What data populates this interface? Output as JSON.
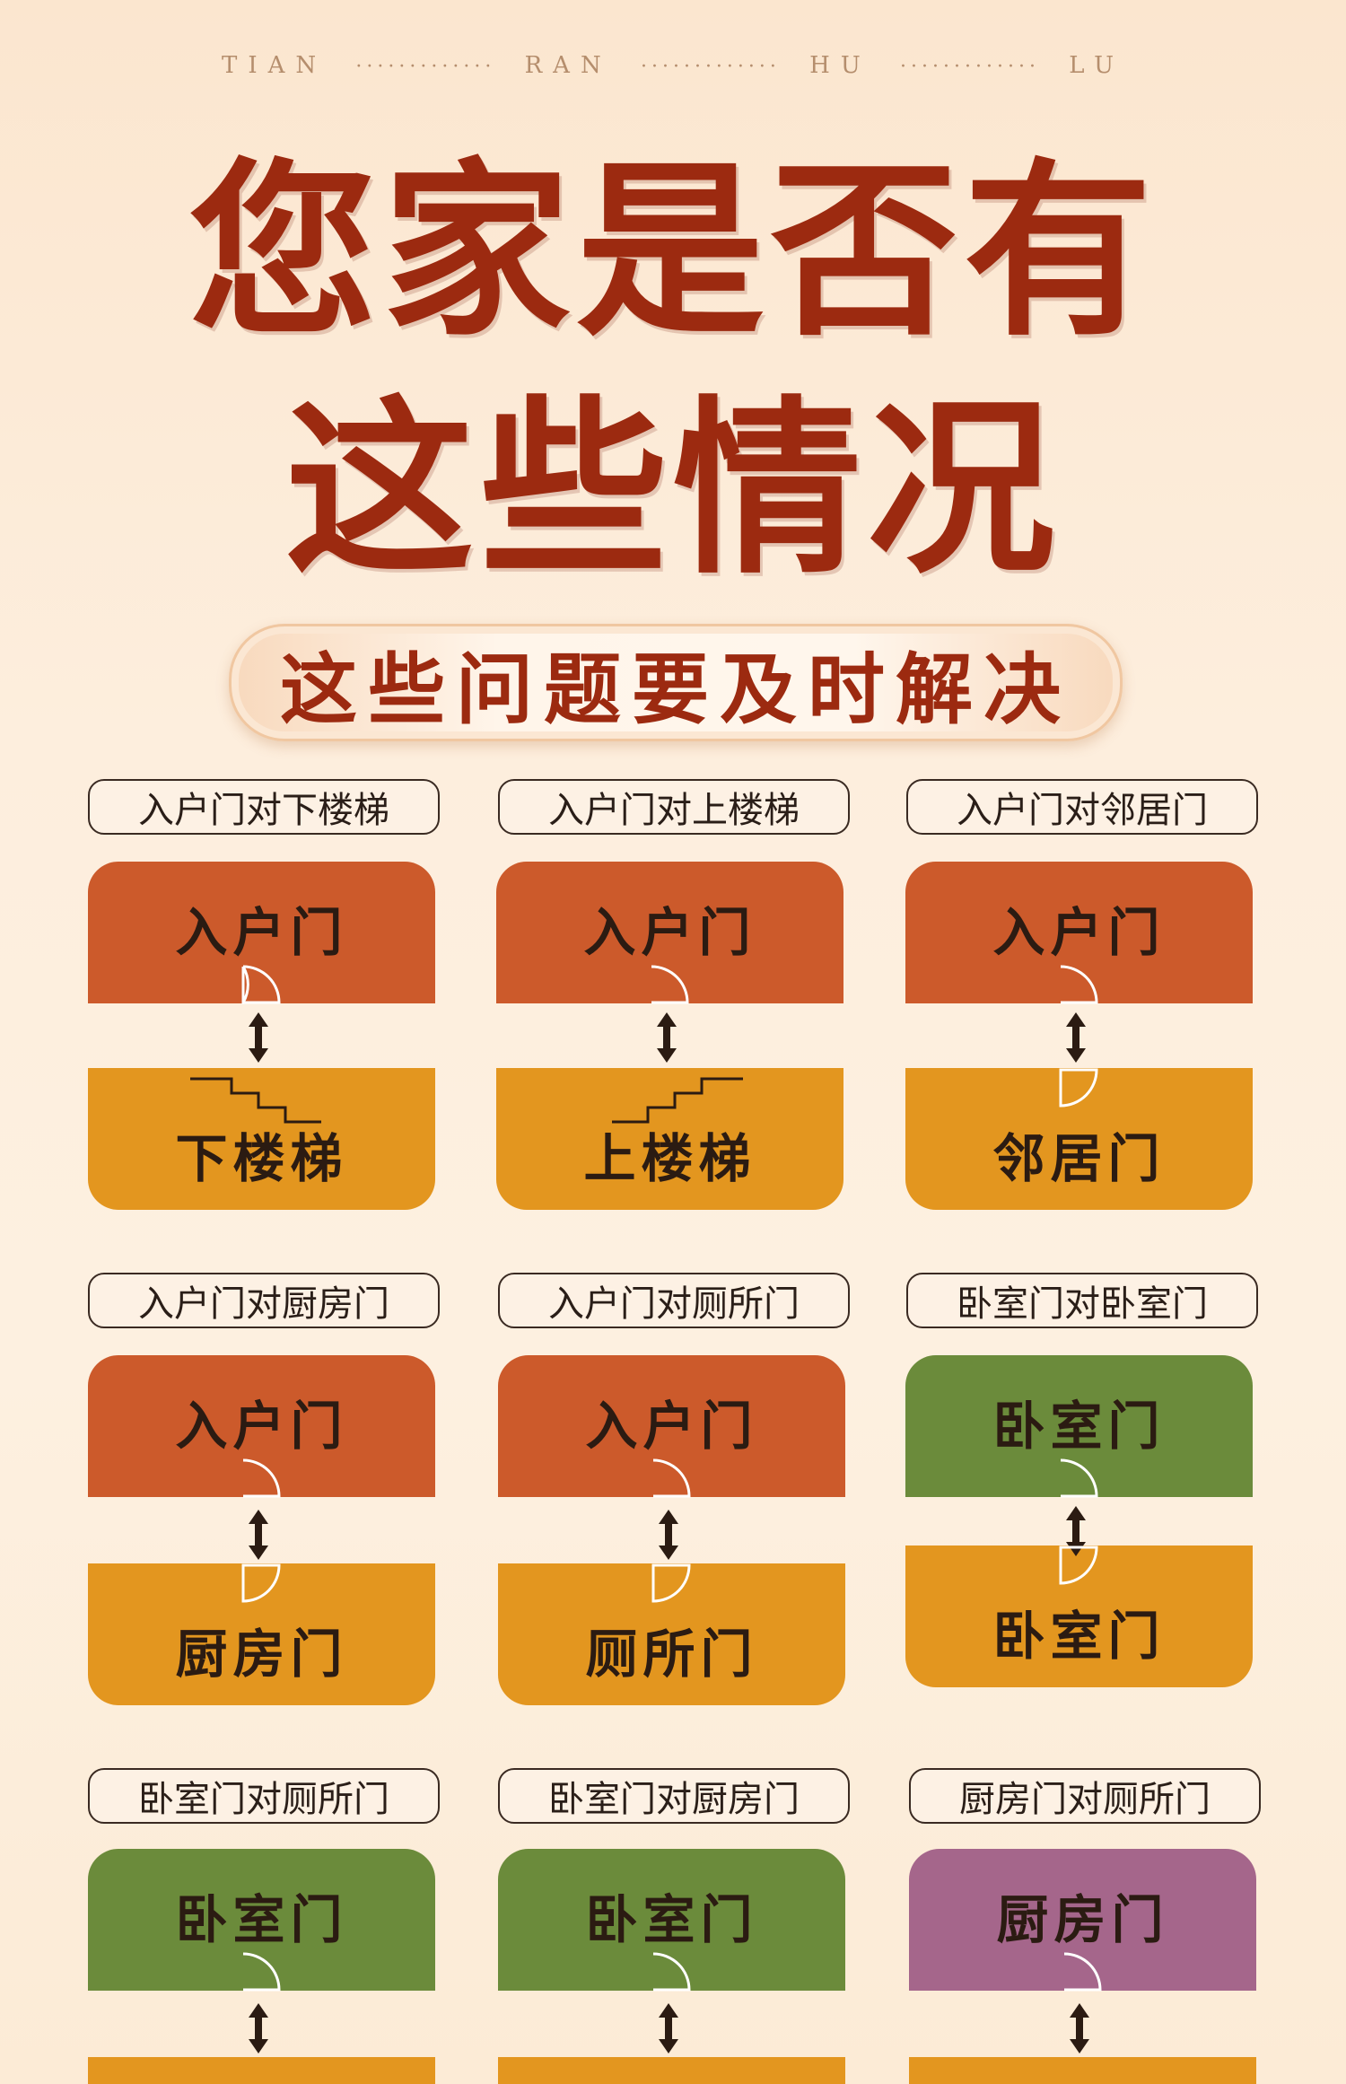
{
  "header": {
    "letters": [
      "TIAN",
      "RAN",
      "HU",
      "LU"
    ],
    "dots": "·············"
  },
  "headline": {
    "line1": "您家是否有",
    "line2": "这些情况"
  },
  "banner": {
    "text": "这些问题要及时解决"
  },
  "colors": {
    "title": "#9c2a10",
    "red": "#cc5a2b",
    "orange": "#e3961f",
    "green": "#6b8b3b",
    "purple": "#a5668b"
  },
  "cards": [
    {
      "label": "入户门对下楼梯",
      "top": "入户门",
      "bottom": "下楼梯",
      "top_color": "red",
      "bottom_icon": "stairs-down-icon"
    },
    {
      "label": "入户门对上楼梯",
      "top": "入户门",
      "bottom": "上楼梯",
      "top_color": "red",
      "bottom_icon": "stairs-up-icon"
    },
    {
      "label": "入户门对邻居门",
      "top": "入户门",
      "bottom": "邻居门",
      "top_color": "red",
      "bottom_icon": "door-icon"
    },
    {
      "label": "入户门对厨房门",
      "top": "入户门",
      "bottom": "厨房门",
      "top_color": "red",
      "bottom_icon": "door-icon"
    },
    {
      "label": "入户门对厕所门",
      "top": "入户门",
      "bottom": "厕所门",
      "top_color": "red",
      "bottom_icon": "door-icon"
    },
    {
      "label": "卧室门对卧室门",
      "top": "卧室门",
      "bottom": "卧室门",
      "top_color": "green",
      "bottom_icon": "door-icon"
    },
    {
      "label": "卧室门对厕所门",
      "top": "卧室门",
      "bottom": "",
      "top_color": "green",
      "bottom_icon": "door-icon"
    },
    {
      "label": "卧室门对厨房门",
      "top": "卧室门",
      "bottom": "",
      "top_color": "green",
      "bottom_icon": "door-icon"
    },
    {
      "label": "厨房门对厕所门",
      "top": "厨房门",
      "bottom": "",
      "top_color": "purple",
      "bottom_icon": "door-icon"
    }
  ]
}
